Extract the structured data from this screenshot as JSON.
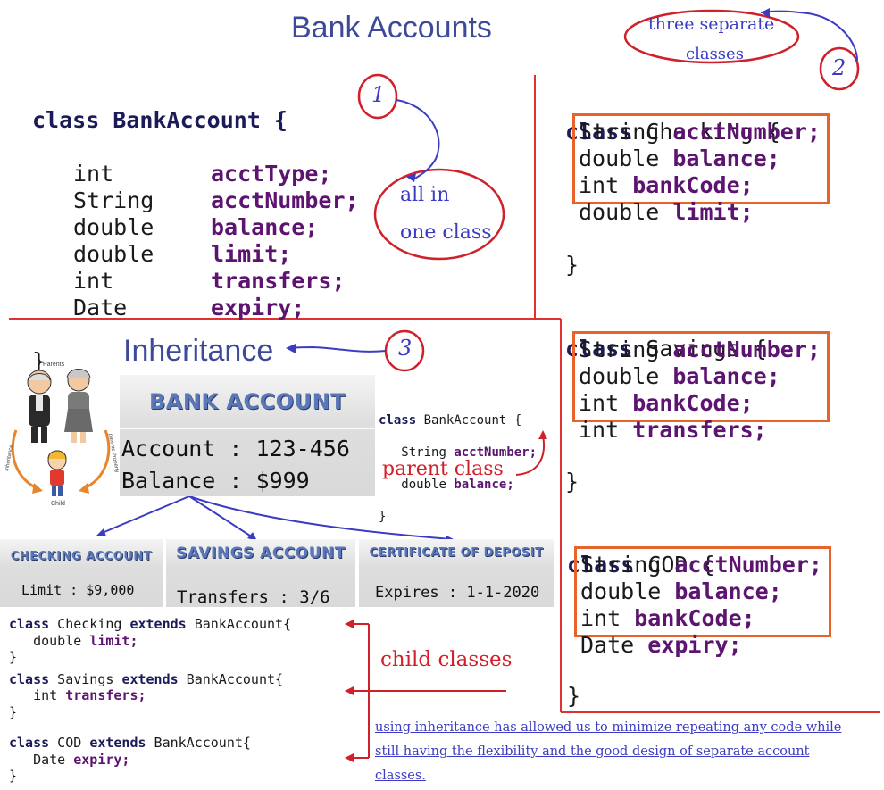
{
  "title": "Bank Accounts",
  "one_class": {
    "header": "class BankAccount {",
    "fields": [
      {
        "type": "int",
        "name": "acctType;"
      },
      {
        "type": "String",
        "name": "acctNumber;"
      },
      {
        "type": "double",
        "name": "balance;"
      },
      {
        "type": "double",
        "name": "limit;"
      },
      {
        "type": "int",
        "name": "transfers;"
      },
      {
        "type": "Date",
        "name": "expiry;"
      }
    ],
    "close": "}"
  },
  "annotations": {
    "num1": "1",
    "num2": "2",
    "num3": "3",
    "all_in": "all in",
    "one_class": "one class",
    "three_separate": "three separate",
    "classes": "classes",
    "parent_class": "parent class",
    "child_classes": "child classes",
    "summary_1": "using inheritance has allowed us to minimize repeating any code while",
    "summary_2": "still having the flexibility and the good design of separate account",
    "summary_3": "classes."
  },
  "separate": {
    "checking": {
      "kw": "class",
      "name": "Checking {",
      "lines": [
        [
          "String",
          "acctNumber;"
        ],
        [
          "double",
          "balance;"
        ],
        [
          "int",
          "bankCode;"
        ],
        [
          "double",
          "limit;"
        ]
      ],
      "close": "}"
    },
    "savings": {
      "kw": "class",
      "name": "Savings {",
      "lines": [
        [
          "String",
          "acctNumber;"
        ],
        [
          "double",
          "balance;"
        ],
        [
          "int",
          "bankCode;"
        ],
        [
          "int",
          "transfers;"
        ]
      ],
      "close": "}"
    },
    "cod": {
      "kw": "class",
      "name": "COD {",
      "lines": [
        [
          "String",
          "acctNumber;"
        ],
        [
          "double",
          "balance;"
        ],
        [
          "int",
          "bankCode;"
        ],
        [
          "Date",
          "expiry;"
        ]
      ],
      "close": "}"
    }
  },
  "inheritance": {
    "heading": "Inheritance",
    "illustration": {
      "parents": "Parents",
      "child": "Child",
      "left_arrow": "Inheritance",
      "right_arrow": "parents Property"
    },
    "bank_card": {
      "title": "BANK ACCOUNT",
      "account": "Account : 123-456",
      "balance": "Balance : $999"
    },
    "parent_code": {
      "kw": "class",
      "rest": " BankAccount {",
      "l1_type": "String ",
      "l1_field": "acctNumber;",
      "l2_type": "double ",
      "l2_field": "balance;",
      "close": "}"
    },
    "cards": [
      {
        "title": "CHECKING ACCOUNT",
        "value": "Limit : $9,000"
      },
      {
        "title": "SAVINGS ACCOUNT",
        "value": "Transfers : 3/6"
      },
      {
        "title": "CERTIFICATE OF DEPOSIT",
        "value": "Expires : 1-1-2020"
      }
    ],
    "child_code": [
      {
        "kw": "class",
        "name": " Checking ",
        "ext": "extends",
        "parent": " BankAccount{",
        "type": "double ",
        "field": "limit;",
        "close": "}"
      },
      {
        "kw": "class",
        "name": " Savings ",
        "ext": "extends",
        "parent": " BankAccount{",
        "type": "int ",
        "field": "transfers;",
        "close": "}"
      },
      {
        "kw": "class",
        "name": " COD ",
        "ext": "extends",
        "parent": " BankAccount{",
        "type": "Date ",
        "field": "expiry;",
        "close": "}"
      }
    ]
  },
  "colors": {
    "red": "#d0202a",
    "blue": "#3b3bc4",
    "orange": "#e8632a",
    "title_blue": "#3d4a9a"
  }
}
